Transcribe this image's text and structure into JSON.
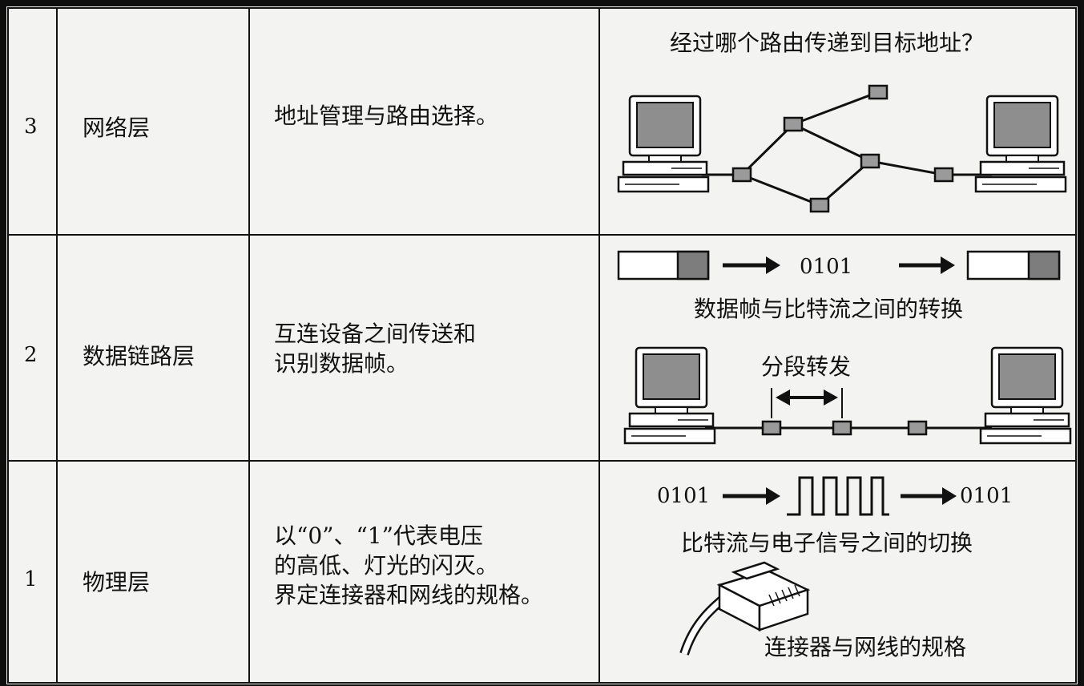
{
  "rows": [
    {
      "num": "3",
      "layer": "网络层",
      "desc": "地址管理与路由选择。",
      "captions": {
        "top": "经过哪个路由传递到目标地址？"
      }
    },
    {
      "num": "2",
      "layer": "数据链路层",
      "desc": "互连设备之间传送和\n识别数据帧。",
      "captions": {
        "bits": "0101",
        "frame": "数据帧与比特流之间的转换",
        "hop": "分段转发"
      }
    },
    {
      "num": "1",
      "layer": "物理层",
      "desc": "以“0”、“1”代表电压\n的高低、灯光的闪灭。\n界定连接器和网线的规格。",
      "captions": {
        "bits_in": "0101",
        "bits_out": "0101",
        "signal": "比特流与电子信号之间的切换",
        "connector": "连接器与网线的规格"
      }
    }
  ],
  "colors": {
    "frame_header": "#7d7d7d",
    "router": "#9a9a9a",
    "screen": "#8e8e8e"
  },
  "icons": [
    "computer-icon",
    "router-icon",
    "arrow-right-icon",
    "double-arrow-icon",
    "square-wave-icon",
    "rj45-connector-icon"
  ]
}
